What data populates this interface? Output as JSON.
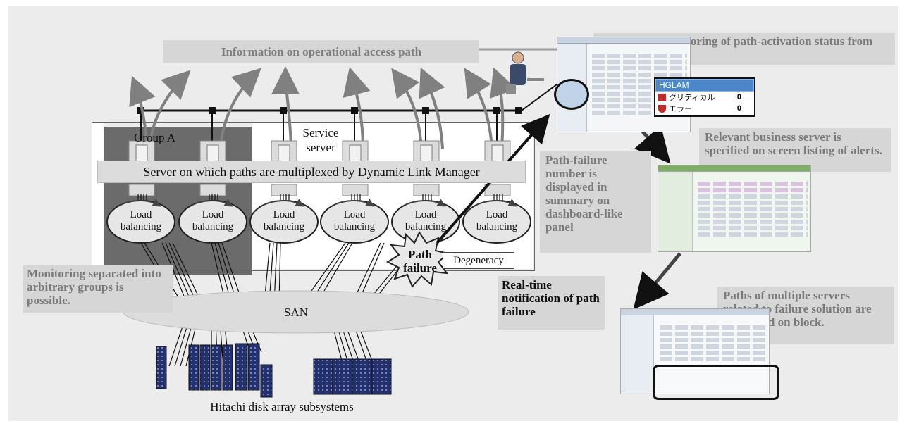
{
  "diagram": {
    "info_path_label": "Information on operational access path",
    "centralized_monitoring": "Centralized monitoring of path-activation status from multiple servers",
    "group_label": "Group A",
    "service_server_label": "Service server",
    "dlm_banner": "Server on which paths are multiplexed by Dynamic Link Manager",
    "load_balancing_label": "Load balancing",
    "path_failure_label": "Path failure",
    "degeneracy_label": "Degeneracy",
    "monitoring_groups": "Monitoring separated into arbitrary groups is possible.",
    "realtime_notification": "Real-time notification of path failure",
    "path_failure_number": "Path-failure number is displayed in summary on dashboard-like panel",
    "relevant_server": "Relevant business server is specified on screen listing of alerts.",
    "paths_controlled": "Paths of multiple servers related to failure solution are controlled on block.",
    "san_label": "SAN",
    "storage_label": "Hitachi disk array subsystems"
  },
  "hglam_panel": {
    "title": "HGLAM",
    "rows": [
      {
        "label": "クリティカル",
        "count": "0",
        "icon": "critical-icon",
        "color": "#c62828"
      },
      {
        "label": "エラー",
        "count": "0",
        "icon": "error-icon",
        "color": "#c62828"
      }
    ]
  },
  "colors": {
    "callout_bg": "#d6d6d6",
    "callout_text": "#7a7a7a",
    "group_bg": "#6b6b6b",
    "panel_blue": "#4a86c8",
    "arrow_gray": "#808080"
  }
}
